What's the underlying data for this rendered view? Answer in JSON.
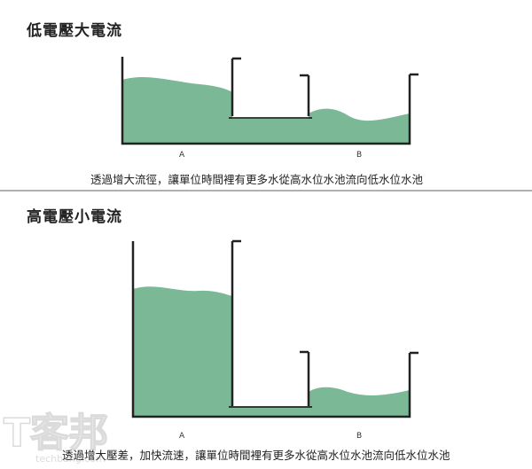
{
  "section_low": {
    "title": "低電壓大電流",
    "caption": "透過增大流徑，讓單位時間裡有更多水從高水位水池流向低水位水池",
    "label_a": "A",
    "label_b": "B"
  },
  "section_high": {
    "title": "高電壓小電流",
    "caption": "透過增大壓差，加快流速，讓單位時間裡有更多水從高水位水池流向低水位水池",
    "label_a": "A",
    "label_b": "B"
  },
  "colors": {
    "water": "#7ab896",
    "wall": "#222222",
    "divider": "#b0b0b0"
  },
  "watermark": {
    "logo": "T客邦",
    "url": "techbang.com"
  }
}
